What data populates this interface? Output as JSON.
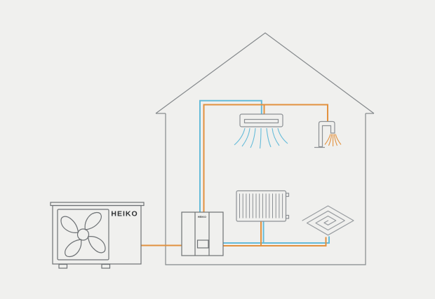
{
  "outdoor_unit": {
    "brand": "HEIKO"
  },
  "indoor_unit": {
    "brand": "HEIKO"
  },
  "colors": {
    "background": "#f0f0ee",
    "house_outline": "#84888b",
    "unit_outline": "#6d7174",
    "component_outline": "#8c9094",
    "coil_outline": "#989ca0",
    "hot_pipe": "#e2913e",
    "cold_pipe": "#64bbd9",
    "brand_text": "#2e3032"
  },
  "components": [
    "outdoor-heat-pump-unit",
    "indoor-heat-pump-unit",
    "house-cross-section",
    "ceiling-fan-coil-unit",
    "domestic-hot-water-tap",
    "panel-radiator",
    "underfloor-heating-loop",
    "hot-water-piping",
    "cold-water-piping"
  ]
}
